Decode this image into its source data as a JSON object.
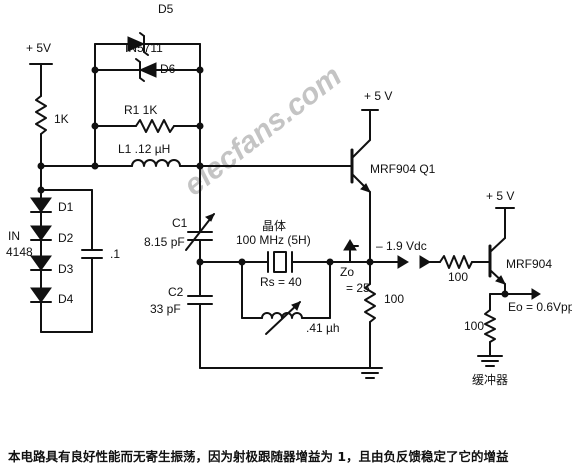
{
  "labels": {
    "d5": "D5",
    "in5711": "IN5711",
    "d6": "D6",
    "v5_left": "+ 5V",
    "r_1k": "1K",
    "r1": "R1 1K",
    "l1": "L1 .12 µH",
    "v5_q1": "+ 5 V",
    "q1": "MRF904 Q1",
    "d1": "D1",
    "d2": "D2",
    "d3": "D3",
    "d4": "D4",
    "in4148_a": "IN",
    "in4148_b": "4148",
    "c_bypass": ".1",
    "c1": "C1",
    "c1_value": "8.15 pF",
    "crystal_name": "晶体",
    "crystal_freq": "100 MHz (5H)",
    "rs": "Rs = 40",
    "zo": "Zo",
    "zo_value": "= 25",
    "vdc": "– 1.9 Vdc",
    "r_100_emitter": "100",
    "c2": "C2",
    "c2_value": "33 pF",
    "l_trim": ".41 µh",
    "r_100_series": "100",
    "v5_buffer": "+ 5 V",
    "q2": "MRF904",
    "eo": "Eo = 0.6Vpp",
    "r_100_buffer": "100",
    "buffer": "缓冲器"
  },
  "watermark": "elecfans.com",
  "caption": "本电路具有良好性能而无寄生振荡，因为射极跟随器增益为 1，且由负反馈稳定了它的增益",
  "colors": {
    "ink": "#111111",
    "watermark": "#bdbdbd"
  }
}
